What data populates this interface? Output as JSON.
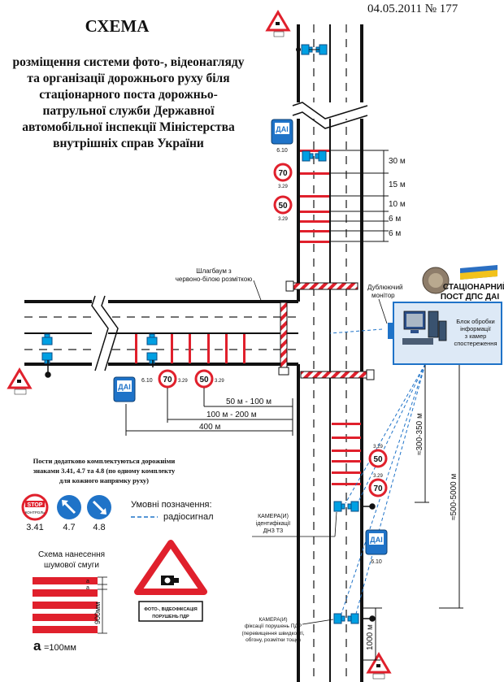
{
  "header": {
    "doc_ref": "04.05.2011 № 177",
    "title": "СХЕМА",
    "subtitle_lines": [
      "розміщення системи фото-, відеонагляду",
      "та організації дорожнього руху біля",
      "стаціонарного поста дорожньо-",
      "патрульної служби Державної",
      "автомобільної інспекції Міністерства",
      "внутрішніх справ України"
    ]
  },
  "signs": {
    "dai_label": "ДАІ",
    "dai_code": "6.10",
    "speed_70": "70",
    "speed_50": "50",
    "speed_code": "3.29"
  },
  "distances": {
    "d30": "30 м",
    "d15": "15 м",
    "d10": "10 м",
    "d6a": "6 м",
    "d6b": "6 м",
    "r50_100": "50 м - 100 м",
    "r100_200": "100 м - 200 м",
    "r400": "400 м",
    "r300_350": "≈300-350 м",
    "r500_5000": "≈500-5000 м",
    "r1000": "1000 м"
  },
  "labels": {
    "barrier": [
      "Шлагбаум з",
      "червоно-білою розміткою"
    ],
    "duplicate_monitor": [
      "Дублюючий",
      "монітор"
    ],
    "post": [
      "СТАЦІОНАРНИЙ",
      "ПОСТ ДПС ДАІ"
    ],
    "processing_unit": [
      "Блок обробки",
      "інформації",
      "з камер",
      "спостереження"
    ],
    "camera_identification": [
      "КАМЕРА(И)",
      "ідентифікації",
      "ДНЗ ТЗ"
    ],
    "camera_violation": [
      "КАМЕРА(И)",
      "фіксації порушень ПДР",
      "(перевищення швидкості,",
      "обгону, розмітки тощо)"
    ],
    "photo_sign": [
      "ФОТО-, ВІДЕОФІКСАЦІЯ",
      "ПОРУШЕНЬ ПДР"
    ]
  },
  "notes": {
    "extra_signs": [
      "Пости додатково комплектуються дорожніми",
      "знаками 3.41, 4.7 та 4.8 (по одному комплекту",
      "для кожного напрямку руху)"
    ],
    "stop_text": "STOP",
    "stop_sub": "КОНТРОЛЬ",
    "sign_codes": [
      "3.41",
      "4.7",
      "4.8"
    ]
  },
  "legend": {
    "title": "Умовні позначення:",
    "radio": "радіосигнал"
  },
  "noise_strip": {
    "title": [
      "Схема нанесення",
      "шумової смуги"
    ],
    "a_label": "a",
    "height": "900мм",
    "a_value": "=100мм"
  },
  "colors": {
    "red": "#e0202c",
    "blue": "#1f73c8",
    "cyan": "#00a0e3",
    "panel": "#dde9f6",
    "panel_border": "#1f73c8"
  }
}
